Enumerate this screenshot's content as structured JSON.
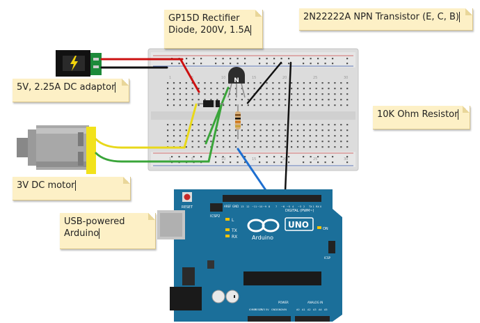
{
  "notes": {
    "diode": "GP15D Rectifier\nDiode, 200V, 1.5A",
    "transistor": "2N22222A NPN Transistor (E, C, B)",
    "adaptor": "5V, 2.25A DC adaptor",
    "resistor": "10K Ohm Resistor",
    "motor": "3V DC motor",
    "arduino": "USB-powered\nArduino"
  },
  "board": {
    "transistor_label": "N",
    "reset_label": "RESET",
    "icsp2_label": "ICSP2",
    "l_label": "L",
    "tx_label": "TX",
    "rx_label": "RX",
    "on_label": "ON",
    "icsp_label": "ICSP",
    "uno_label": "UNO",
    "arduino_label": "Arduino",
    "digital_label": "DIGITAL (PWM~)",
    "analog_label": "ANALOG IN",
    "power_label": "POWER",
    "aref_label": "AREF",
    "gnd_label": "GND",
    "digital_pins": [
      "13",
      "12",
      "~11",
      "~10",
      "~9",
      "8",
      "7",
      "~6",
      "~5",
      "4",
      "~3",
      "2",
      "TX 1",
      "RX 0"
    ],
    "power_pins": [
      "IOREF",
      "RESET",
      "3V3",
      "5V",
      "GND",
      "GND",
      "VIN"
    ],
    "analog_pins": [
      "A0",
      "A1",
      "A2",
      "A3",
      "A4",
      "A5"
    ],
    "breadboard_row_numbers": [
      "1",
      "5",
      "10",
      "15",
      "20",
      "25",
      "30"
    ]
  },
  "colors": {
    "note_bg": "#fdf0c6",
    "arduino_blue": "#1b6f9a",
    "wire_red": "#cc1111",
    "wire_black": "#111111",
    "wire_yellow": "#e8d81a",
    "wire_green": "#3aa53a",
    "wire_blue": "#1e6fd0",
    "motor_yellow": "#f2e21b"
  }
}
